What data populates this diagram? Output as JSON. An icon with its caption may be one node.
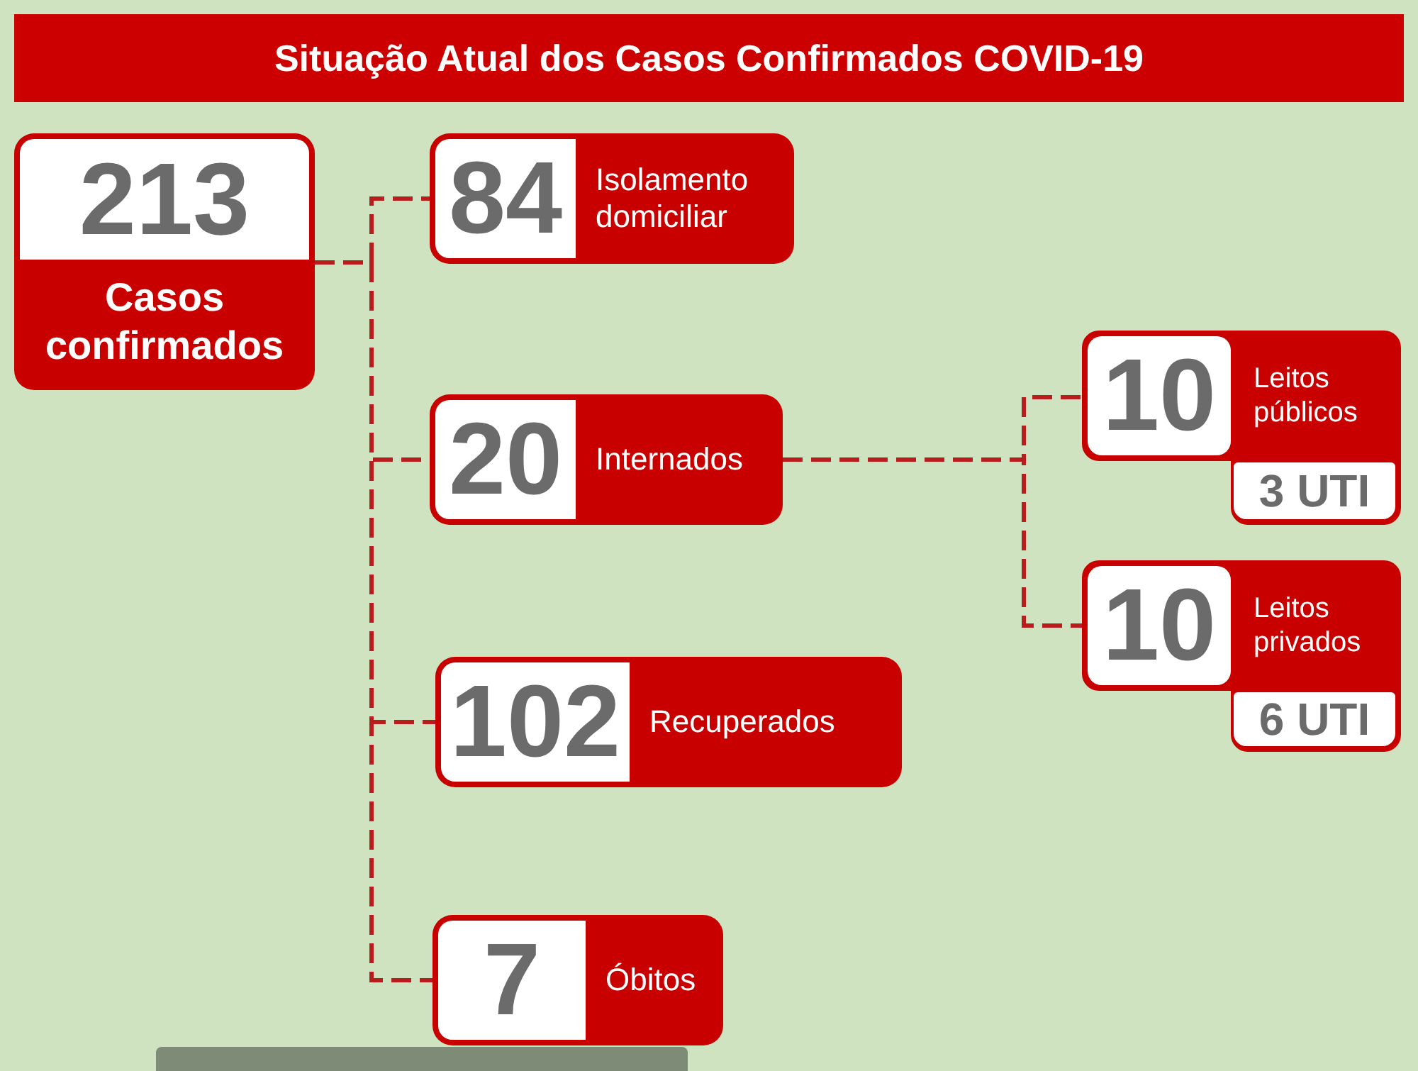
{
  "diagram": {
    "title": "Situação Atual dos Casos Confirmados COVID-19",
    "nodes": [
      {
        "text": [
          "213",
          "Casos confirmados"
        ]
      },
      {
        "text": [
          "84",
          "Isolamento domiciliar"
        ]
      },
      {
        "text": [
          "20",
          "Internados"
        ]
      },
      {
        "text": [
          "102",
          "Recuperados"
        ]
      },
      {
        "text": [
          "7",
          "Óbitos"
        ]
      },
      {
        "text": [
          "10",
          "Leitos públicos",
          "3 UTI"
        ]
      },
      {
        "text": [
          "10",
          "Leitos privados",
          "6 UTI"
        ]
      }
    ],
    "edges": [
      {
        "from": 0,
        "to": 1,
        "arrow": "none",
        "style": "dashed"
      },
      {
        "from": 0,
        "to": 2,
        "arrow": "none",
        "style": "dashed"
      },
      {
        "from": 0,
        "to": 3,
        "arrow": "none",
        "style": "dashed"
      },
      {
        "from": 0,
        "to": 4,
        "arrow": "none",
        "style": "dashed"
      },
      {
        "from": 2,
        "to": 5,
        "arrow": "none",
        "style": "dashed"
      },
      {
        "from": 2,
        "to": 6,
        "arrow": "none",
        "style": "dashed"
      }
    ]
  }
}
